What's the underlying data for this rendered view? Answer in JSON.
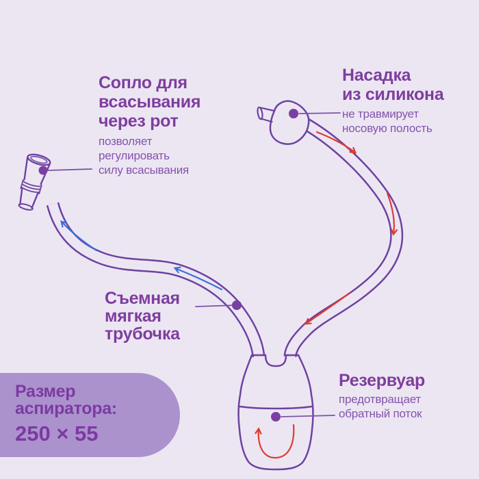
{
  "colors": {
    "background": "#ece6f3",
    "heading_text": "#7e3e9d",
    "body_text": "#8453ab",
    "outline_purple": "#6d42a0",
    "pointer_purple": "#7c52a8",
    "dot_purple": "#7b3fa3",
    "arrow_blue": "#3a6fd8",
    "arrow_red": "#e03a2e",
    "size_box_bg": "#ab92cd",
    "size_box_text": "#7c3aa2"
  },
  "annotations": {
    "mouth_nozzle": {
      "title_lines": [
        "Сопло для",
        "всасывания",
        "через рот"
      ],
      "desc_lines": [
        "позволяет",
        "регулировать",
        "силу всасывания"
      ]
    },
    "silicone_tip": {
      "title_lines": [
        "Насадка",
        "из силикона"
      ],
      "desc_lines": [
        "не травмирует",
        "носовую полость"
      ]
    },
    "soft_tube": {
      "title_lines": [
        "Съемная",
        "мягкая",
        "трубочка"
      ]
    },
    "reservoir": {
      "title": "Резервуар",
      "desc_lines": [
        "предотвращает",
        "обратный поток"
      ]
    }
  },
  "size_box": {
    "label_lines": [
      "Размер",
      "аспиратора:"
    ],
    "value": "250 × 55"
  }
}
